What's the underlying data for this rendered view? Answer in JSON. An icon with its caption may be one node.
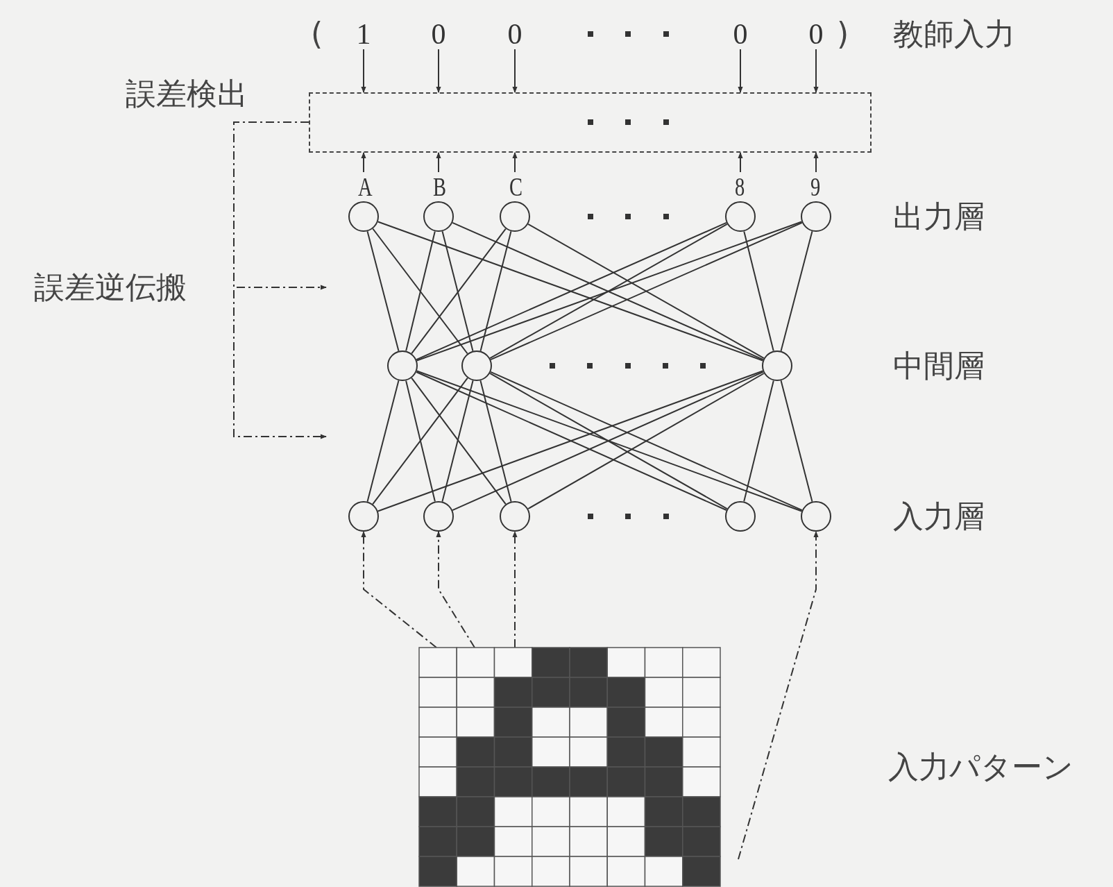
{
  "diagram": {
    "nodes": [
      {
        "text": [
          "誤差検出"
        ]
      },
      {
        "text": [
          "1"
        ]
      },
      {
        "text": [
          "0"
        ]
      },
      {
        "text": [
          "0"
        ]
      },
      {
        "text": [
          "0"
        ]
      },
      {
        "text": [
          "0"
        ]
      },
      {
        "text": [
          "A"
        ]
      },
      {
        "text": [
          "B"
        ]
      },
      {
        "text": [
          "C"
        ]
      },
      {
        "text": [
          "8"
        ]
      },
      {
        "text": [
          "9"
        ]
      },
      {
        "text": [],
        "shape": "circle"
      },
      {
        "text": [],
        "shape": "circle"
      },
      {
        "text": [],
        "shape": "circle"
      },
      {
        "text": [],
        "shape": "circle"
      },
      {
        "text": [],
        "shape": "circle"
      },
      {
        "text": [],
        "shape": "circle"
      },
      {
        "text": [],
        "shape": "circle"
      },
      {
        "text": [],
        "shape": "circle"
      },
      {
        "text": [],
        "shape": "grid"
      }
    ],
    "edges": [
      {
        "from": 1,
        "to": 0,
        "arrow": "to"
      },
      {
        "from": 2,
        "to": 0,
        "arrow": "to"
      },
      {
        "from": 3,
        "to": 0,
        "arrow": "to"
      },
      {
        "from": 4,
        "to": 0,
        "arrow": "to"
      },
      {
        "from": 5,
        "to": 0,
        "arrow": "to"
      },
      {
        "from": 6,
        "to": 0,
        "arrow": "to"
      },
      {
        "from": 7,
        "to": 0,
        "arrow": "to"
      },
      {
        "from": 8,
        "to": 0,
        "arrow": "to"
      },
      {
        "from": 9,
        "to": 0,
        "arrow": "to"
      },
      {
        "from": 10,
        "to": 0,
        "arrow": "to"
      },
      {
        "from": 11,
        "to": 6,
        "arrow": "none"
      },
      {
        "from": 11,
        "to": 7,
        "arrow": "none"
      },
      {
        "from": 11,
        "to": 8,
        "arrow": "none"
      },
      {
        "from": 11,
        "to": 9,
        "arrow": "none"
      },
      {
        "from": 11,
        "to": 10,
        "arrow": "none"
      },
      {
        "from": 12,
        "to": 6,
        "arrow": "none"
      },
      {
        "from": 12,
        "to": 7,
        "arrow": "none"
      },
      {
        "from": 12,
        "to": 8,
        "arrow": "none"
      },
      {
        "from": 12,
        "to": 9,
        "arrow": "none"
      },
      {
        "from": 12,
        "to": 10,
        "arrow": "none"
      },
      {
        "from": 13,
        "to": 6,
        "arrow": "none"
      },
      {
        "from": 13,
        "to": 7,
        "arrow": "none"
      },
      {
        "from": 13,
        "to": 8,
        "arrow": "none"
      },
      {
        "from": 13,
        "to": 9,
        "arrow": "none"
      },
      {
        "from": 13,
        "to": 10,
        "arrow": "none"
      },
      {
        "from": 14,
        "to": 11,
        "arrow": "none"
      },
      {
        "from": 14,
        "to": 12,
        "arrow": "none"
      },
      {
        "from": 14,
        "to": 13,
        "arrow": "none"
      },
      {
        "from": 15,
        "to": 11,
        "arrow": "none"
      },
      {
        "from": 15,
        "to": 12,
        "arrow": "none"
      },
      {
        "from": 15,
        "to": 13,
        "arrow": "none"
      },
      {
        "from": 16,
        "to": 11,
        "arrow": "none"
      },
      {
        "from": 16,
        "to": 12,
        "arrow": "none"
      },
      {
        "from": 16,
        "to": 13,
        "arrow": "none"
      },
      {
        "from": 17,
        "to": 11,
        "arrow": "none"
      },
      {
        "from": 17,
        "to": 12,
        "arrow": "none"
      },
      {
        "from": 17,
        "to": 13,
        "arrow": "none"
      },
      {
        "from": 18,
        "to": 11,
        "arrow": "none"
      },
      {
        "from": 18,
        "to": 12,
        "arrow": "none"
      },
      {
        "from": 18,
        "to": 13,
        "arrow": "none"
      },
      {
        "from": 19,
        "to": 14,
        "arrow": "to",
        "style": "dashed"
      },
      {
        "from": 19,
        "to": 15,
        "arrow": "to",
        "style": "dashed"
      },
      {
        "from": 19,
        "to": 16,
        "arrow": "to",
        "style": "dashed"
      },
      {
        "from": 19,
        "to": 18,
        "arrow": "to",
        "style": "dashed"
      },
      {
        "from": 0,
        "to": null,
        "arrow": "to",
        "style": "dashed"
      },
      {
        "from": 0,
        "to": null,
        "arrow": "to",
        "style": "dashed"
      }
    ],
    "labels": [
      "(",
      ")",
      "教師入力",
      "誤差逆伝搬",
      "出力層",
      "中間層",
      "入力層",
      "入力パターン"
    ]
  }
}
